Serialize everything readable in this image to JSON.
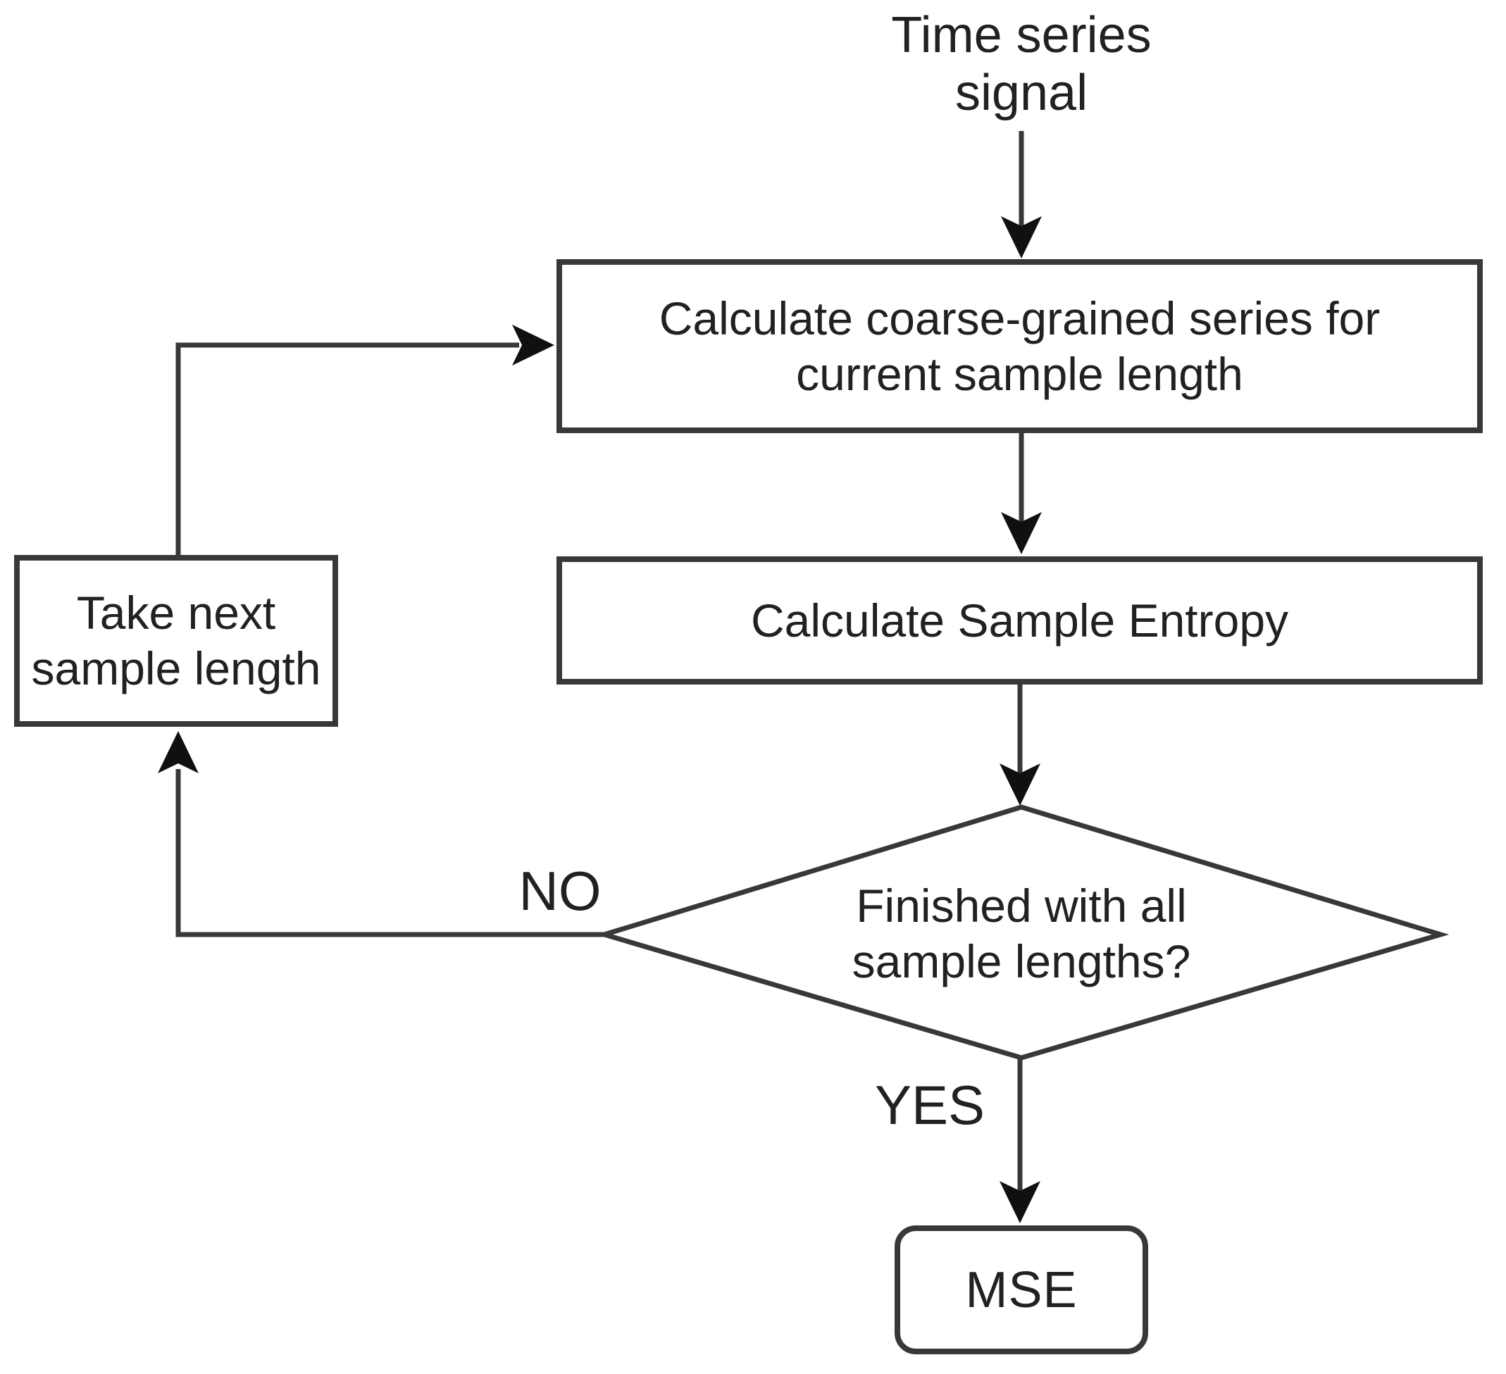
{
  "diagram": {
    "title": {
      "line1": "Time series",
      "line2": "signal"
    },
    "nodes": {
      "coarse_grained": {
        "line1": "Calculate coarse-grained series for",
        "line2": "current sample length"
      },
      "sample_entropy": {
        "label": "Calculate Sample Entropy"
      },
      "take_next": {
        "line1": "Take next",
        "line2": "sample length"
      },
      "decision": {
        "line1": "Finished with all",
        "line2": "sample lengths?"
      },
      "result": {
        "label": "MSE"
      }
    },
    "edges": {
      "no_label": "NO",
      "yes_label": "YES"
    },
    "colors": {
      "background": "#ffffff",
      "line": "#383838",
      "text": "#212121",
      "arrowhead": "#101010"
    }
  }
}
